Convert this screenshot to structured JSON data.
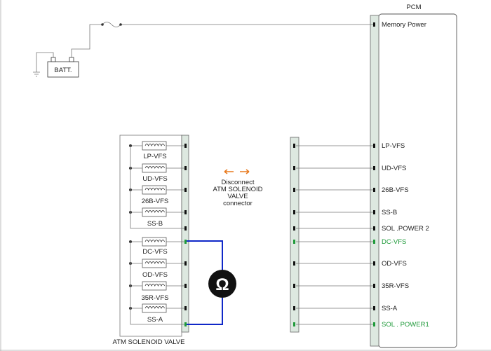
{
  "pcm_title": "PCM",
  "memory_power": "Memory Power",
  "battery": "BATT.",
  "pcm_pins": [
    {
      "label": "LP-VFS",
      "highlight": false
    },
    {
      "label": "UD-VFS",
      "highlight": false
    },
    {
      "label": "26B-VFS",
      "highlight": false
    },
    {
      "label": "SS-B",
      "highlight": false
    },
    {
      "label": "SOL .POWER 2",
      "highlight": false
    },
    {
      "label": "DC-VFS",
      "highlight": true
    },
    {
      "label": "OD-VFS",
      "highlight": false
    },
    {
      "label": "35R-VFS",
      "highlight": false
    },
    {
      "label": "SS-A",
      "highlight": false
    },
    {
      "label": "SOL . POWER1",
      "highlight": true
    }
  ],
  "solenoids": [
    "LP-VFS",
    "UD-VFS",
    "26B-VFS",
    "SS-B",
    "DC-VFS",
    "OD-VFS",
    "35R-VFS",
    "SS-A"
  ],
  "atm_title": "ATM SOLENOID VALVE",
  "disconnect_lines": [
    "Disconnect",
    "ATM SOLENOID",
    "VALVE",
    "connector"
  ],
  "ohm_symbol": "Ω",
  "colors": {
    "meter_wire": "#1028c8",
    "highlight_text": "#1f9a3a",
    "disconnect_arrow": "#e87a1e",
    "connector_fill": "#dde8e0"
  }
}
